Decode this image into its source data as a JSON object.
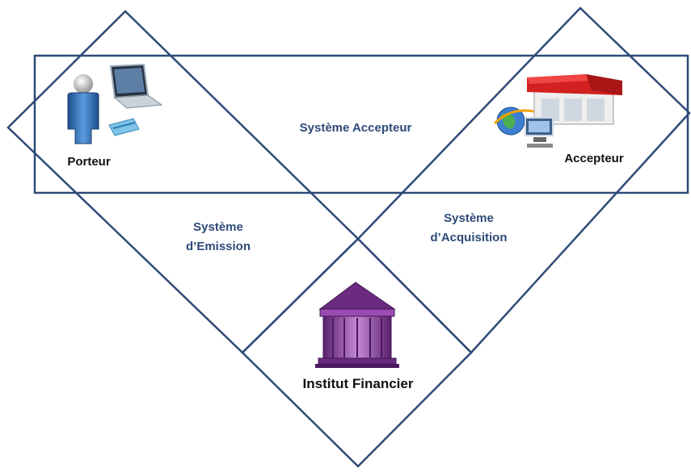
{
  "labels": {
    "porteur": "Porteur",
    "accepteur": "Accepteur",
    "institut": "Institut Financier",
    "systeme_accepteur": "Système Accepteur",
    "systeme_emission_1": "Système",
    "systeme_emission_2": "d’Emission",
    "systeme_acquisition_1": "Système",
    "systeme_acquisition_2": "d’Acquisition"
  },
  "colors": {
    "frame_stroke": "#2e4a78",
    "label_text": "#2e4a78",
    "actor_text": "#111111",
    "bank_purple": "#8a3a9e",
    "person_blue": "#2f6fb0",
    "shop_red": "#d32020"
  },
  "icons": [
    "person-icon",
    "laptop-icon",
    "credit-card-icon",
    "shop-icon",
    "globe-computer-icon",
    "bank-building-icon"
  ]
}
